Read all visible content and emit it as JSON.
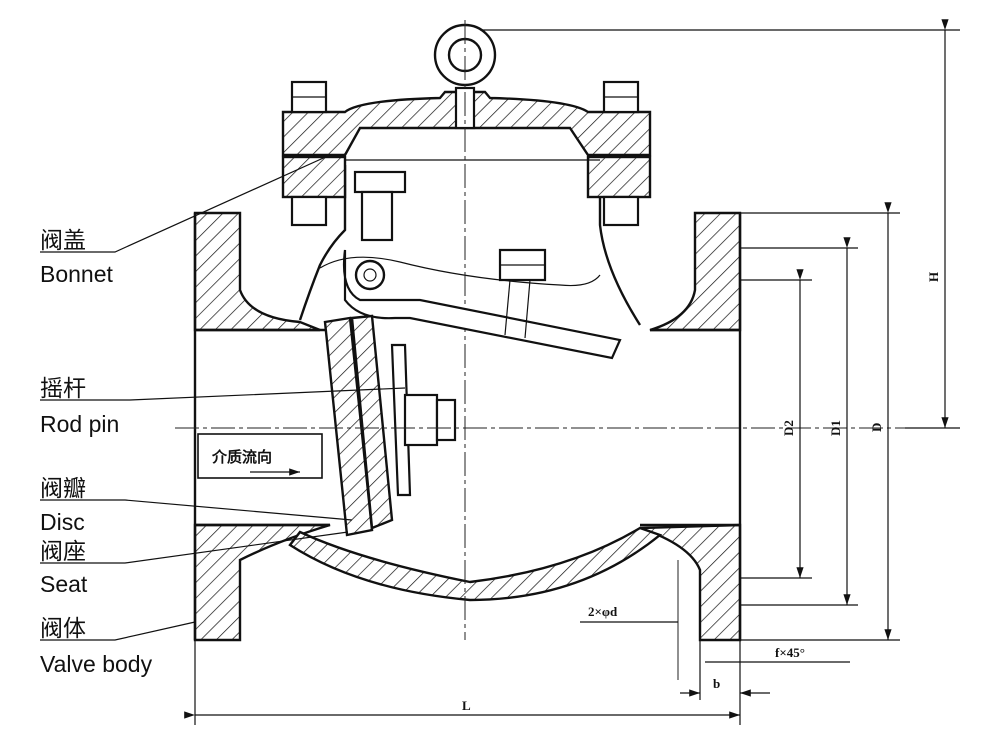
{
  "labels": {
    "bonnet_cn": "阀盖",
    "bonnet_en": "Bonnet",
    "rod_pin_cn": "摇杆",
    "rod_pin_en": "Rod pin",
    "disc_cn": "阀瓣",
    "disc_en": "Disc",
    "seat_cn": "阀座",
    "seat_en": "Seat",
    "valve_body_cn": "阀体",
    "valve_body_en": "Valve body"
  },
  "flow_label": "介质流向",
  "dimensions": {
    "H": "H",
    "D": "D",
    "D1": "D1",
    "D2": "D2",
    "L": "L",
    "b": "b",
    "holes": "2×φd",
    "chamfer": "f×45°"
  }
}
